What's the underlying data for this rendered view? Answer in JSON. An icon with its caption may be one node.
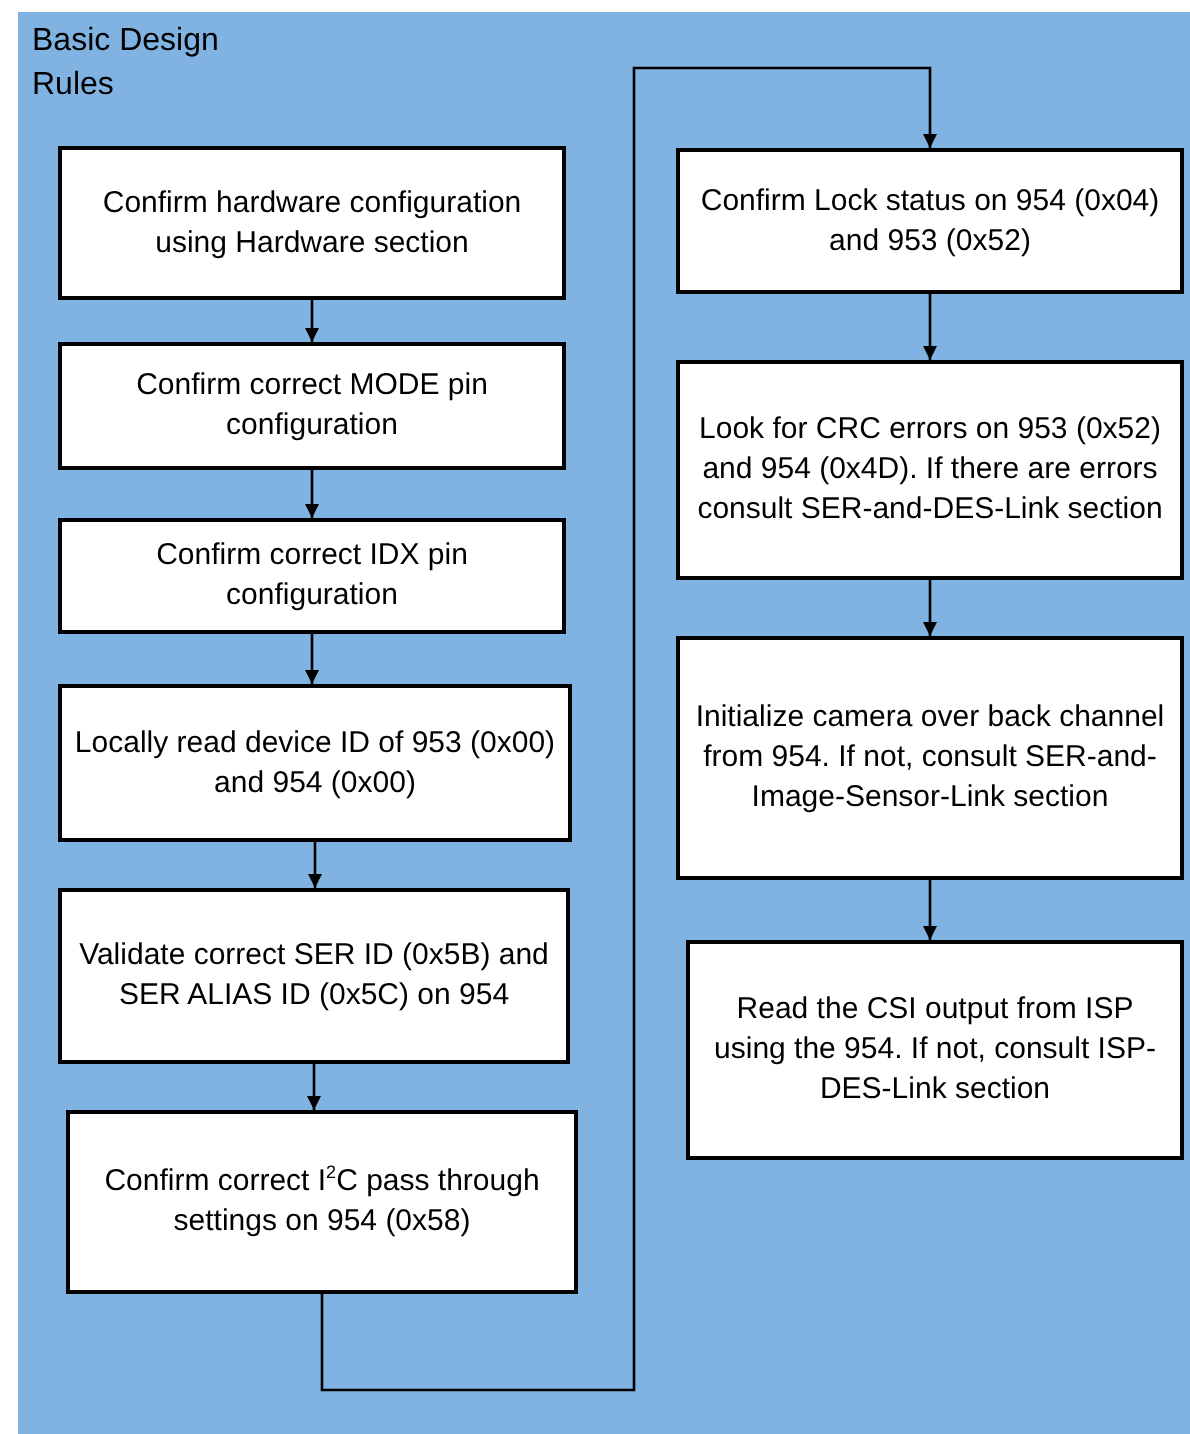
{
  "diagram": {
    "title": "Basic Design Rules",
    "nodes": [
      {
        "text": [
          "Confirm hardware configuration using Hardware section"
        ]
      },
      {
        "text": [
          "Confirm correct MODE pin configuration"
        ]
      },
      {
        "text": [
          "Confirm correct IDX pin configuration"
        ]
      },
      {
        "text": [
          "Locally read device ID of 953 (0x00) and 954 (0x00)"
        ]
      },
      {
        "text": [
          "Validate correct SER ID (0x5B) and SER ALIAS ID (0x5C) on 954"
        ]
      },
      {
        "text": [
          "Confirm correct I$^{2}$C pass through settings on 954 (0x58)"
        ]
      },
      {
        "text": [
          "Confirm Lock status on 954 (0x04) and 953 (0x52)"
        ]
      },
      {
        "text": [
          "Look for CRC errors on 953 (0x52) and 954 (0x4D). If there are errors consult SER-and-DES-Link section"
        ]
      },
      {
        "text": [
          "Initialize camera over back channel from 954. If not, consult SER-and-Image-Sensor-Link section"
        ]
      },
      {
        "text": [
          "Read the CSI output from ISP using the 954. If not, consult ISP-DES-Link section"
        ]
      }
    ],
    "edges": [
      {
        "from": 0,
        "to": 1,
        "arrow": "to"
      },
      {
        "from": 1,
        "to": 2,
        "arrow": "to"
      },
      {
        "from": 2,
        "to": 3,
        "arrow": "to"
      },
      {
        "from": 3,
        "to": 4,
        "arrow": "to"
      },
      {
        "from": 4,
        "to": 5,
        "arrow": "to"
      },
      {
        "from": 5,
        "to": 6,
        "arrow": "to"
      },
      {
        "from": 6,
        "to": 7,
        "arrow": "to"
      },
      {
        "from": 7,
        "to": 8,
        "arrow": "to"
      },
      {
        "from": 8,
        "to": 9,
        "arrow": "to"
      }
    ]
  }
}
